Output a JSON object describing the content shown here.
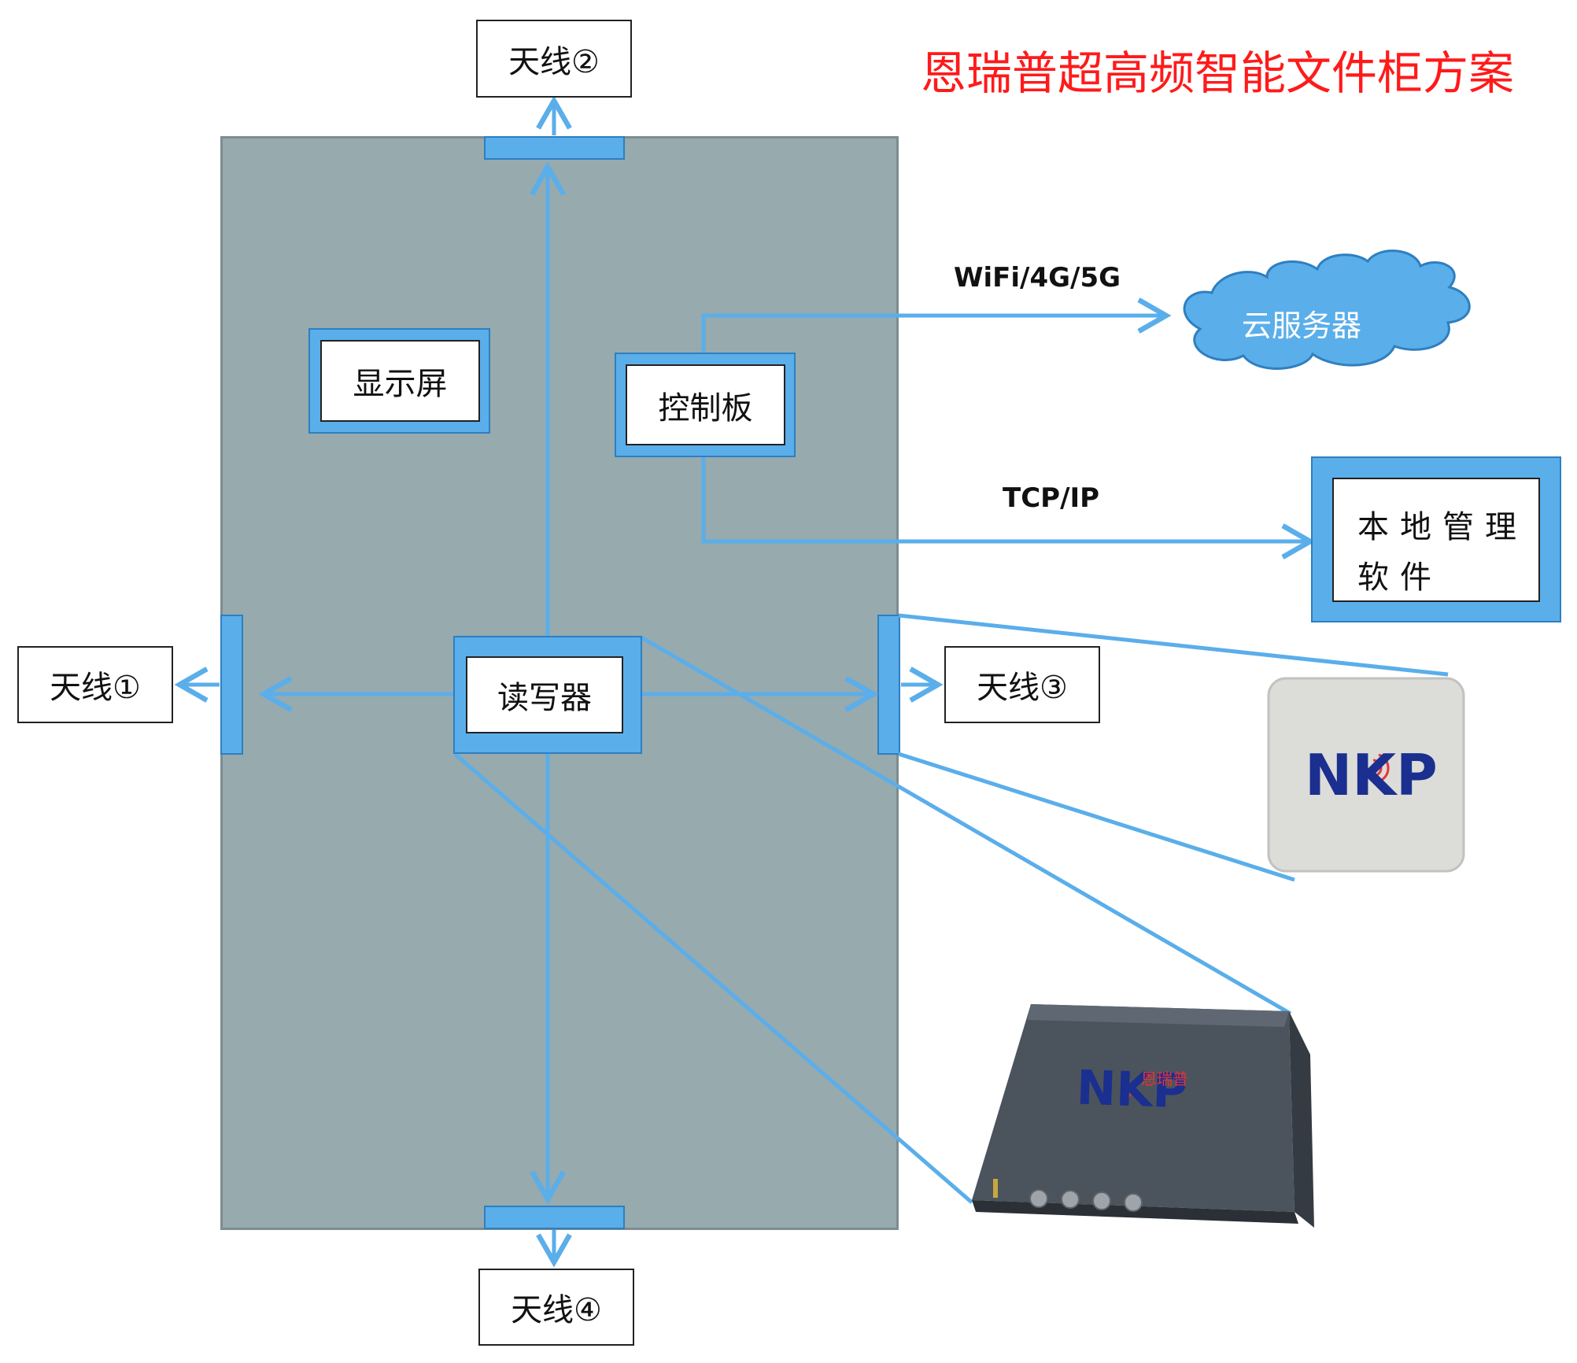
{
  "title": "恩瑞普超高频智能文件柜方案",
  "antennas": {
    "a1": "天线①",
    "a2": "天线②",
    "a3": "天线③",
    "a4": "天线④"
  },
  "components": {
    "display": "显示屏",
    "control_board": "控制板",
    "reader": "读写器"
  },
  "connections": {
    "wireless": "WiFi/4G/5G",
    "wired": "TCP/IP"
  },
  "cloud": "云服务器",
  "local_software": {
    "line1": "本地管理",
    "line2": "软件"
  },
  "product_logo": "NKP",
  "reader_brand": "恩瑞普",
  "colors": {
    "accent_blue": "#5aaeea",
    "cabinet_gray": "#97aaae",
    "title_red": "#ff1a1a",
    "logo_navy": "#1a2f8f"
  }
}
